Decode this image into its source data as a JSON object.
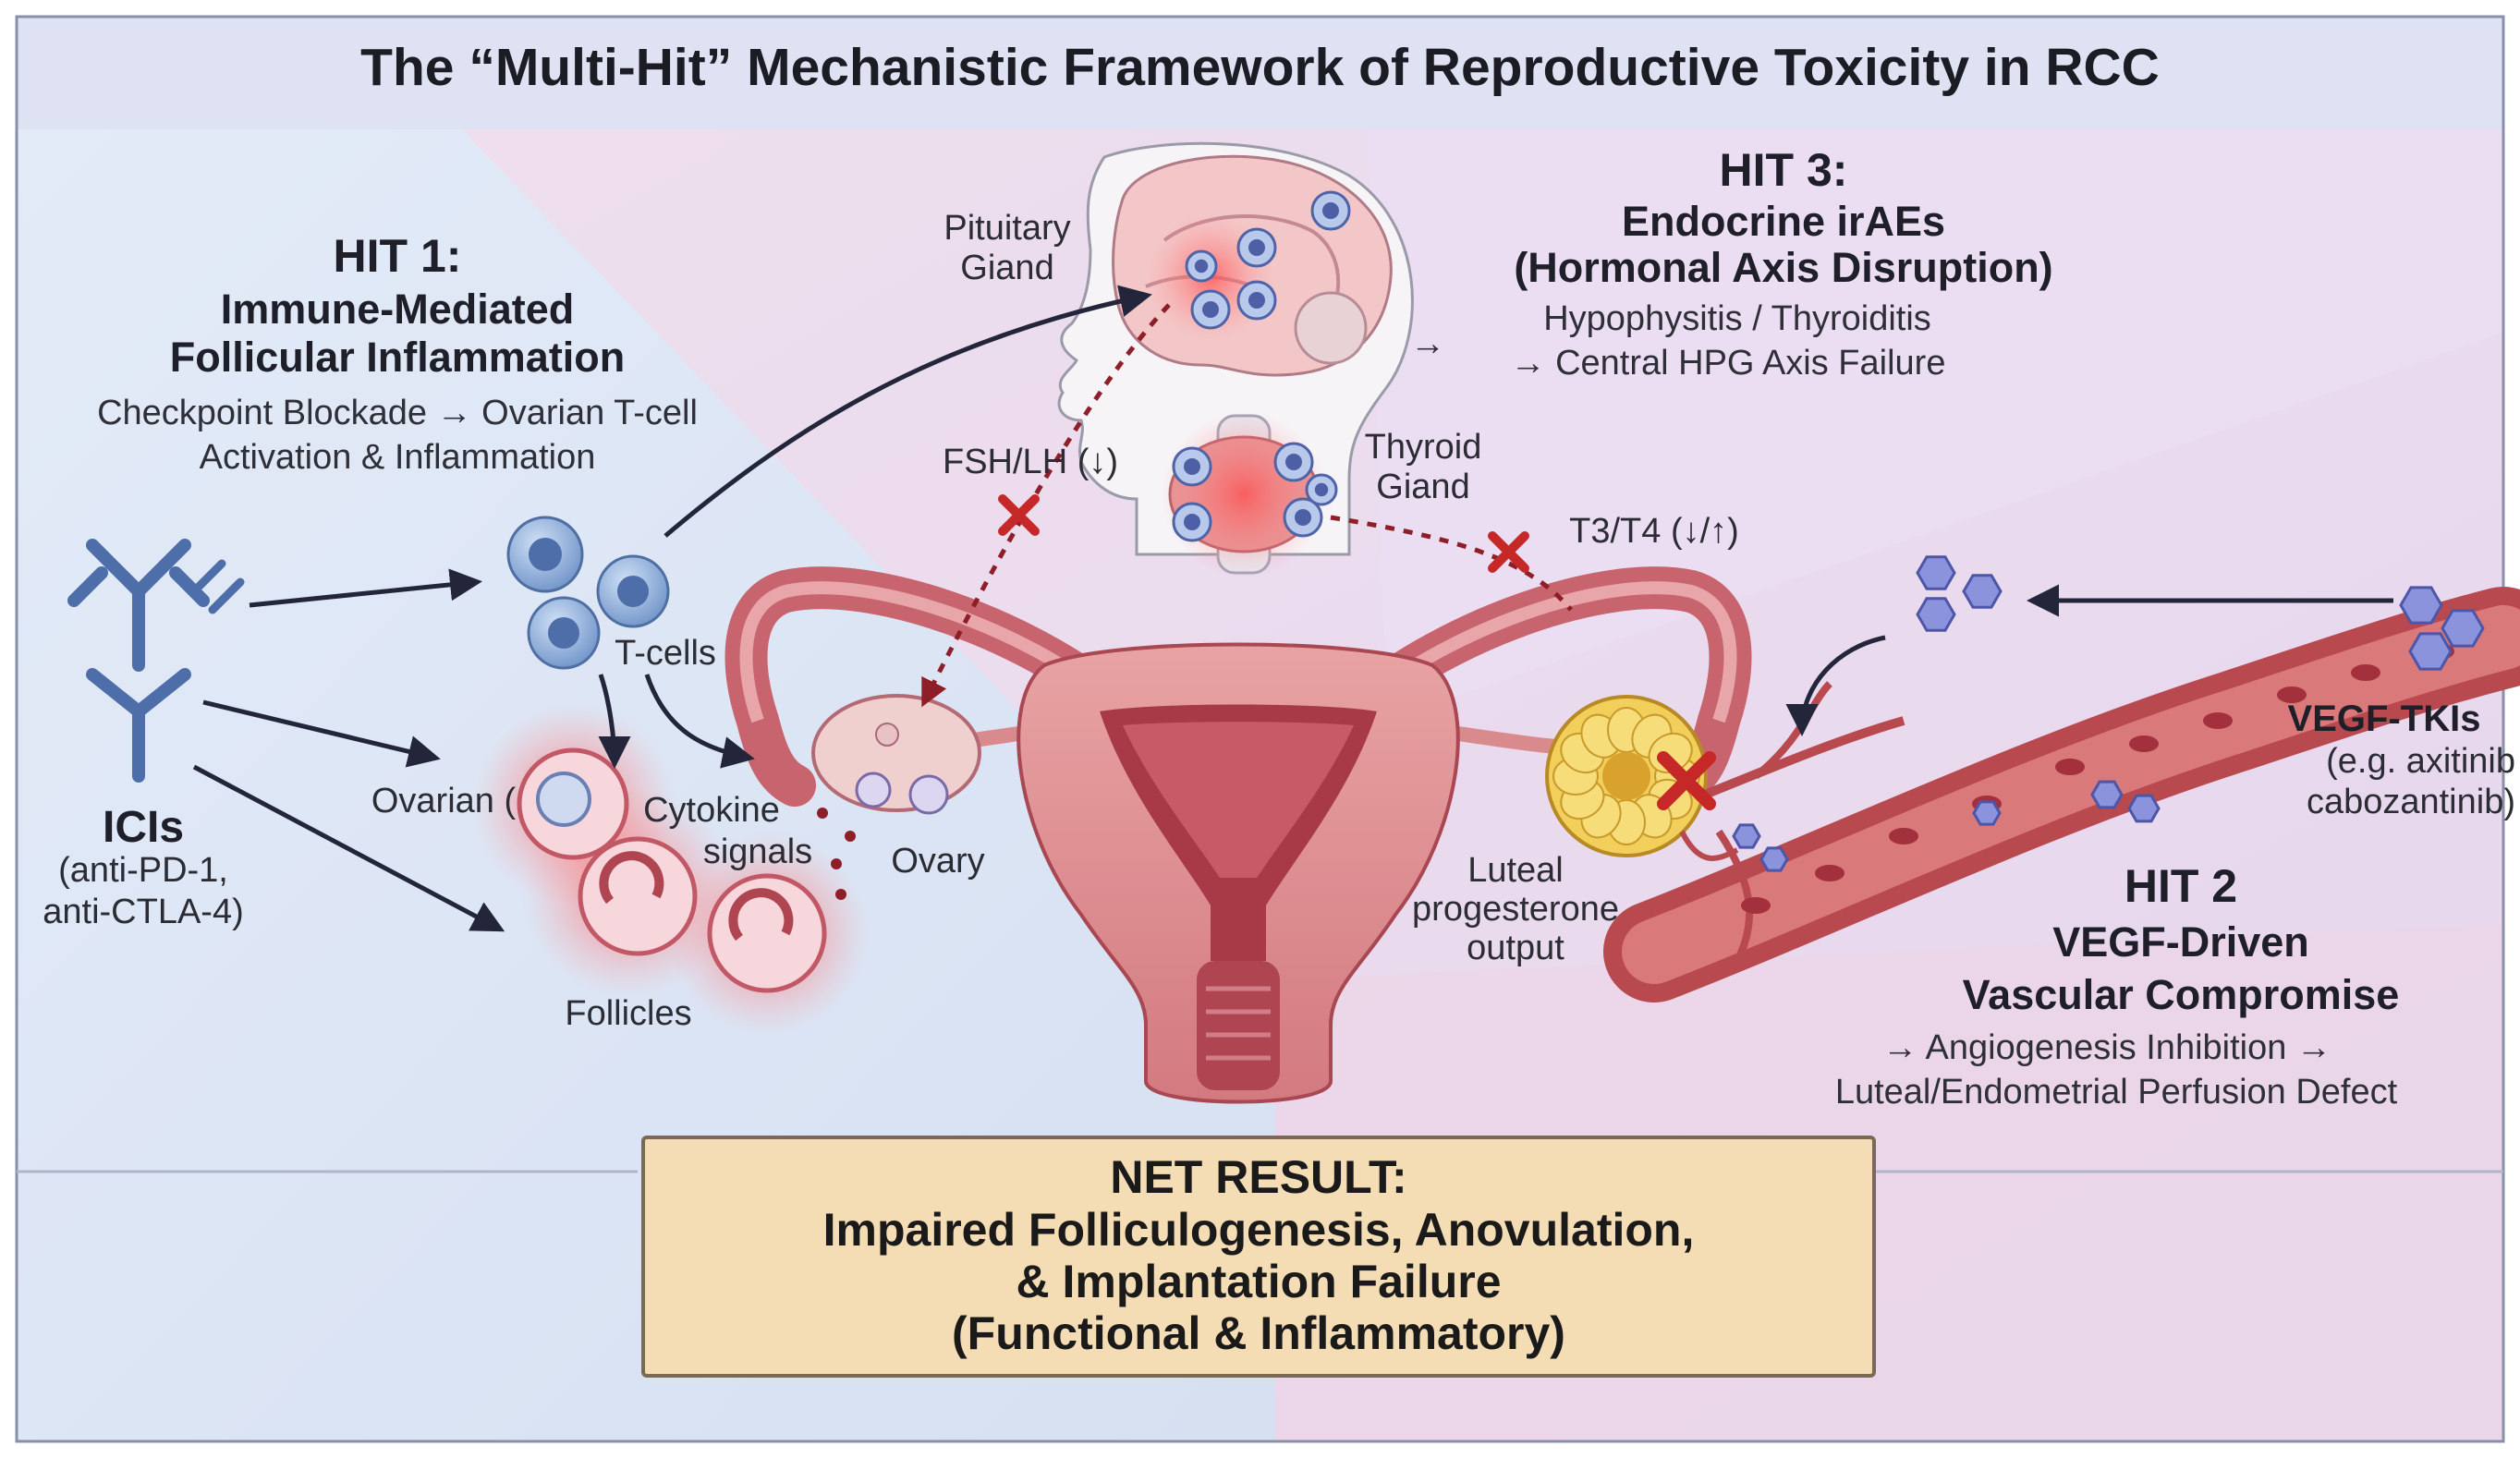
{
  "title": "The “Multi-Hit” Mechanistic Framework of Reproductive Toxicity in RCC",
  "hit1": {
    "heading": "HIT 1:",
    "line1": "Immune-Mediated",
    "line2": "Follicular Inflammation",
    "desc1": "Checkpoint Blockade → Ovarian T-cell",
    "desc2": "Activation & Inflammation"
  },
  "hit2": {
    "heading": "HIT 2",
    "line1": "VEGF-Driven",
    "line2": "Vascular Compromise",
    "desc1": "→ Angiogenesis Inhibition →",
    "desc2": "Luteal/Endometrial Perfusion Defect"
  },
  "hit3": {
    "heading": "HIT 3:",
    "line1": "Endocrine irAEs",
    "line2": "(Hormonal Axis Disruption)",
    "desc1": "Hypophysitis / Thyroiditis",
    "desc2": "→ Central HPG Axis Failure",
    "arrow": "→"
  },
  "labels": {
    "icis": "ICIs",
    "icis_sub1": "(anti-PD-1,",
    "icis_sub2": "anti-CTLA-4)",
    "tcells": "T-cells",
    "ovarian": "Ovarian (",
    "cytokine1": "Cytokine",
    "cytokine2": "signals",
    "ovary": "Ovary",
    "follicles": "Follicles",
    "pituitary1": "Pituitary",
    "pituitary2": "Giand",
    "thyroid1": "Thyroid",
    "thyroid2": "Giand",
    "fsh": "FSH/LH (↓)",
    "t3t4": "T3/T4 (↓/↑)",
    "luteal1": "Luteal",
    "luteal2": "progesterone",
    "luteal3": "output",
    "vegf": "VEGF-TKIs",
    "vegf_sub1": "(e.g. axitinib",
    "vegf_sub2": "cabozantinib)"
  },
  "net": {
    "title": "NET RESULT:",
    "line1": "Impaired Folliculogenesis, Anovulation,",
    "line2": "& Implantation Failure",
    "line3": "(Functional & Inflammatory)"
  },
  "colors": {
    "left_panel": "#dde7f6",
    "right_panel": "#eadcf0",
    "title_band": "#dfe2f3",
    "uterus": "#d98a8c",
    "uterus_dark": "#b24a55",
    "cell_blue": "#7d9fd0",
    "inflammation": "#ef5a5a",
    "cross": "#c62828",
    "net_box": "#f4dcb4",
    "corpus_luteum": "#f2cf5a",
    "vessel": "#b84a4f"
  }
}
